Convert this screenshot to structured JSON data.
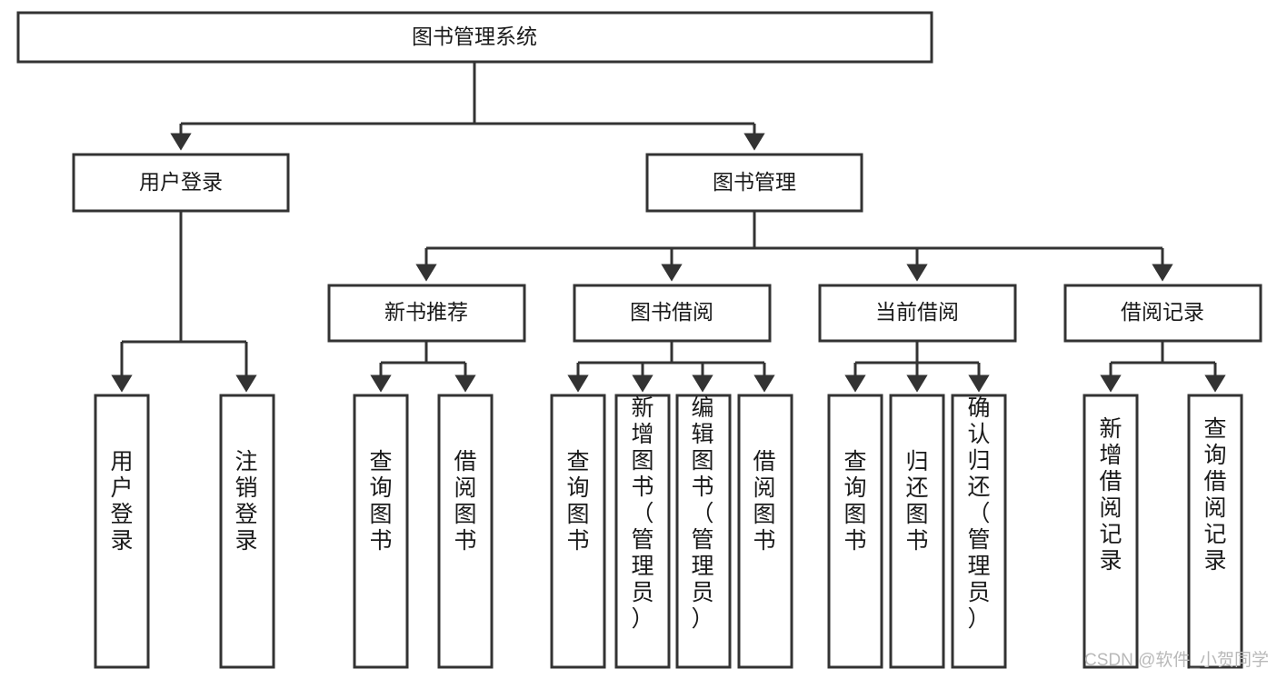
{
  "diagram": {
    "title": "图书管理系统",
    "type": "tree-hierarchy",
    "watermark": "CSDN @软件_小贺同学",
    "colors": {
      "stroke": "#333333",
      "fill": "#ffffff",
      "text": "#1a1a1a",
      "watermark": "#b9b9b9"
    },
    "levels": {
      "root": {
        "label": "图书管理系统"
      },
      "level2": [
        {
          "label": "用户登录"
        },
        {
          "label": "图书管理"
        }
      ],
      "level3": [
        {
          "label": "新书推荐"
        },
        {
          "label": "图书借阅"
        },
        {
          "label": "当前借阅"
        },
        {
          "label": "借阅记录"
        }
      ],
      "leaves": {
        "user_login": [
          {
            "label": "用户登录"
          },
          {
            "label": "注销登录"
          }
        ],
        "new_book_recommend": [
          {
            "label": "查询图书"
          },
          {
            "label": "借阅图书"
          }
        ],
        "book_borrow": [
          {
            "label": "查询图书"
          },
          {
            "label": "新增图书（管理员）"
          },
          {
            "label": "编辑图书（管理员）"
          },
          {
            "label": "借阅图书"
          }
        ],
        "current_borrow": [
          {
            "label": "查询图书"
          },
          {
            "label": "归还图书"
          },
          {
            "label": "确认归还（管理员）"
          }
        ],
        "borrow_record": [
          {
            "label": "新增借阅记录"
          },
          {
            "label": "查询借阅记录"
          }
        ]
      }
    }
  }
}
